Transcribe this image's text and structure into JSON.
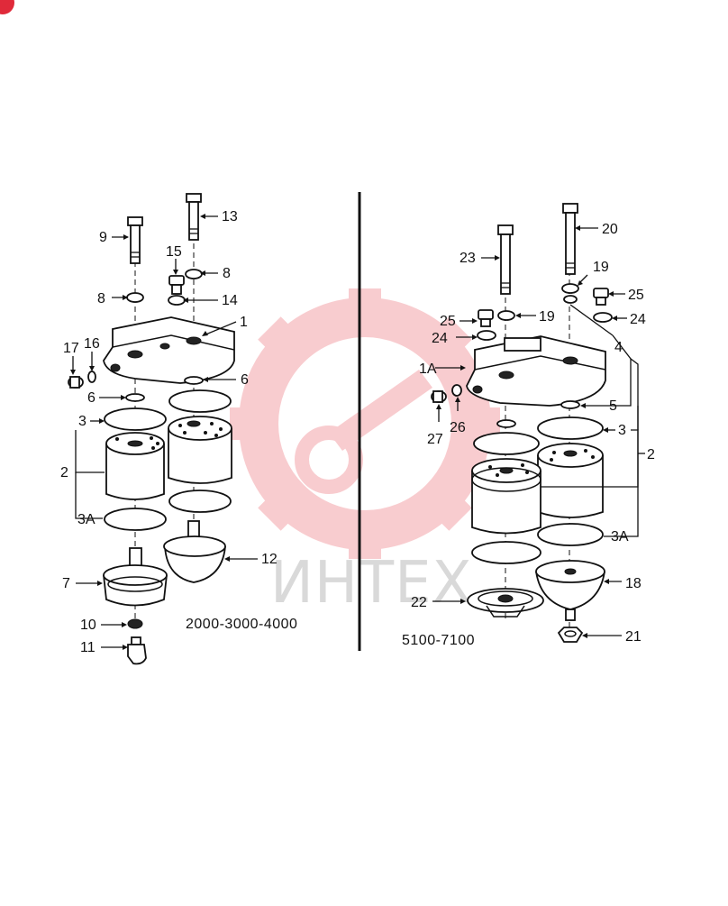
{
  "watermark": {
    "text": "ИНТЕХ",
    "color": "#e8202f"
  },
  "left_panel": {
    "caption": "2000-3000-4000",
    "labels": [
      "13",
      "9",
      "15",
      "8",
      "8",
      "14",
      "1",
      "17",
      "16",
      "6",
      "6",
      "3",
      "2",
      "3A",
      "12",
      "7",
      "10",
      "11"
    ]
  },
  "right_panel": {
    "caption": "5100-7100",
    "labels": [
      "20",
      "23",
      "19",
      "25",
      "25",
      "19",
      "24",
      "24",
      "4",
      "1A",
      "5",
      "27",
      "26",
      "3",
      "2",
      "3A",
      "18",
      "22",
      "21"
    ]
  }
}
